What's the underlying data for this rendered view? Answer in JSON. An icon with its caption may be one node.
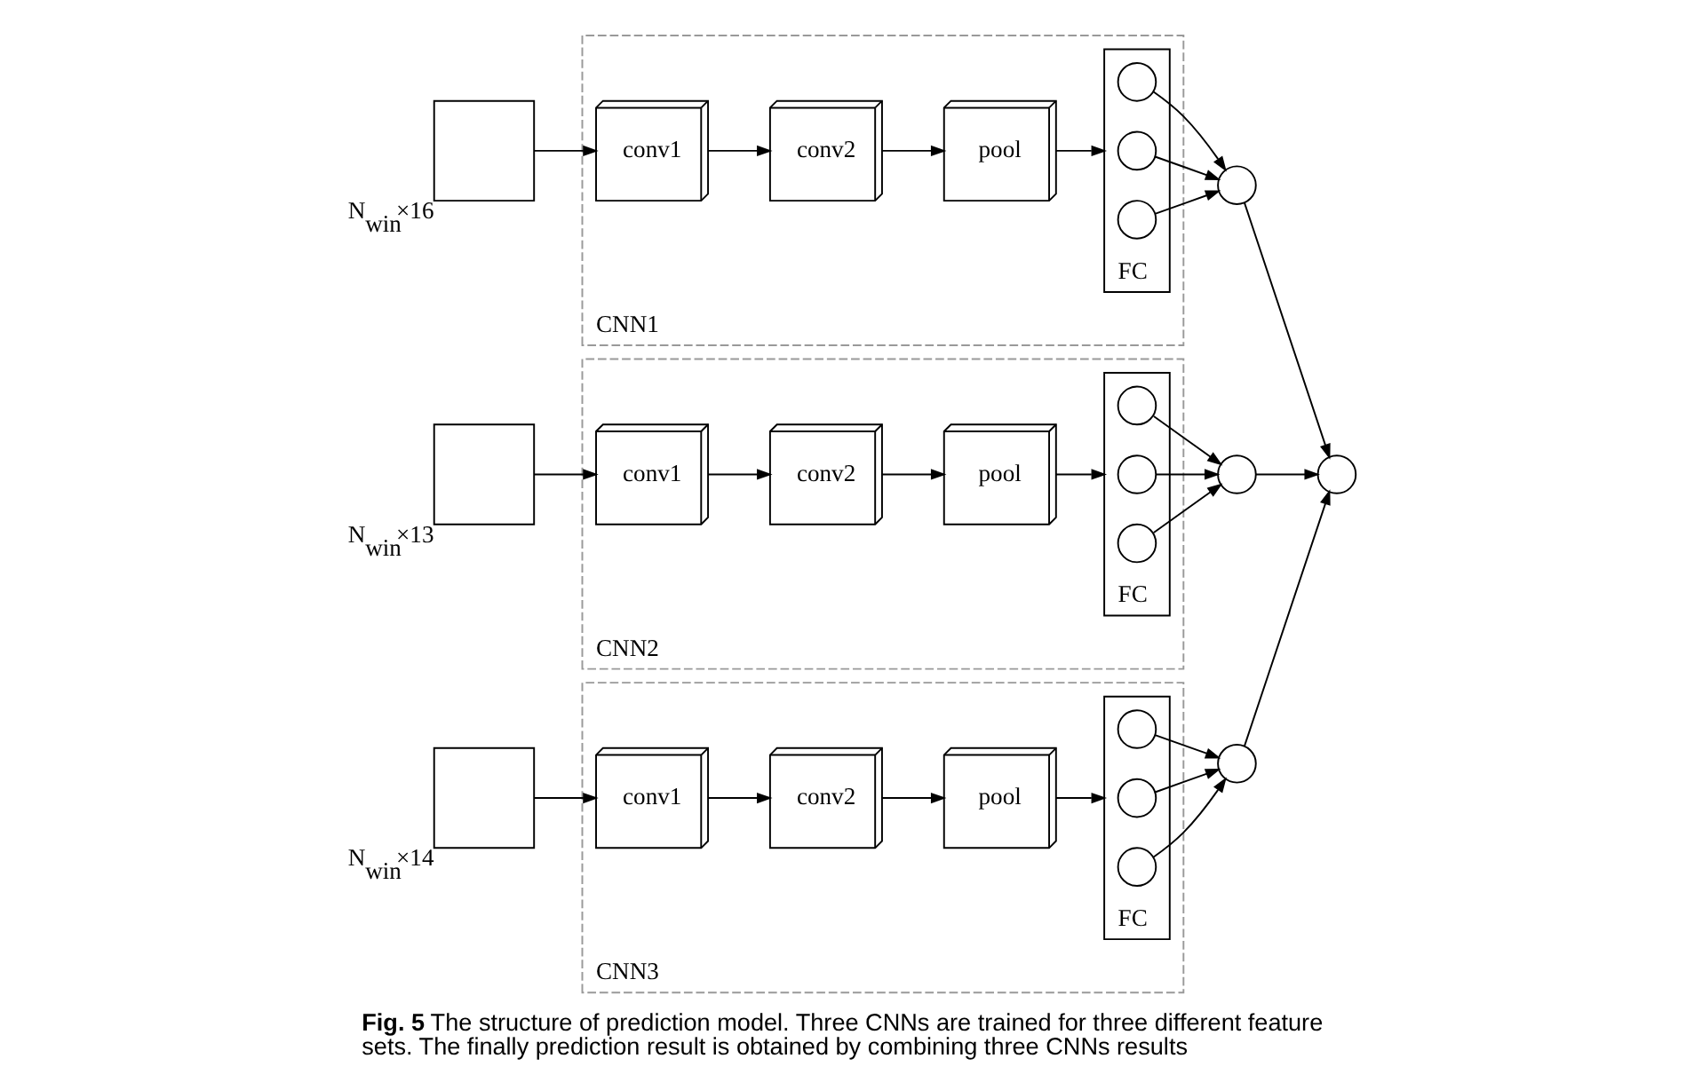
{
  "diagram": {
    "caption": "**Fig. 5** The structure of prediction model. Three CNNs are trained for three different feature sets. The finally prediction result is obtained by combining three CNNs results",
    "nodes": [
      {
        "text": [],
        "shape": "box",
        "beside": [
          "N$_{win}$×16"
        ]
      },
      {
        "text": [
          "CNN1"
        ]
      },
      {
        "text": [
          "conv1"
        ],
        "in": 1
      },
      {
        "text": [
          "conv2"
        ],
        "in": 1
      },
      {
        "text": [
          "pool"
        ],
        "in": 1
      },
      {
        "text": [
          "FC"
        ],
        "in": 1
      },
      {
        "text": [],
        "shape": "circle",
        "in": 5
      },
      {
        "text": [],
        "shape": "circle",
        "in": 5
      },
      {
        "text": [],
        "shape": "circle",
        "in": 5
      },
      {
        "text": [],
        "shape": "circle"
      },
      {
        "text": [],
        "shape": "box",
        "beside": [
          "N$_{win}$×13"
        ]
      },
      {
        "text": [
          "CNN2"
        ]
      },
      {
        "text": [
          "conv1"
        ],
        "in": 11
      },
      {
        "text": [
          "conv2"
        ],
        "in": 11
      },
      {
        "text": [
          "pool"
        ],
        "in": 11
      },
      {
        "text": [
          "FC"
        ],
        "in": 11
      },
      {
        "text": [],
        "shape": "circle",
        "in": 15
      },
      {
        "text": [],
        "shape": "circle",
        "in": 15
      },
      {
        "text": [],
        "shape": "circle",
        "in": 15
      },
      {
        "text": [],
        "shape": "circle"
      },
      {
        "text": [],
        "shape": "box",
        "beside": [
          "N$_{win}$×14"
        ]
      },
      {
        "text": [
          "CNN3"
        ]
      },
      {
        "text": [
          "conv1"
        ],
        "in": 21
      },
      {
        "text": [
          "conv2"
        ],
        "in": 21
      },
      {
        "text": [
          "pool"
        ],
        "in": 21
      },
      {
        "text": [
          "FC"
        ],
        "in": 21
      },
      {
        "text": [],
        "shape": "circle",
        "in": 25
      },
      {
        "text": [],
        "shape": "circle",
        "in": 25
      },
      {
        "text": [],
        "shape": "circle",
        "in": 25
      },
      {
        "text": [],
        "shape": "circle"
      },
      {
        "text": [],
        "shape": "circle"
      }
    ],
    "edges": [
      {
        "from": 0,
        "to": 2,
        "arrow": "to"
      },
      {
        "from": 2,
        "to": 3,
        "arrow": "to"
      },
      {
        "from": 3,
        "to": 4,
        "arrow": "to"
      },
      {
        "from": 4,
        "to": 5,
        "arrow": "to"
      },
      {
        "from": 6,
        "to": 9,
        "arrow": "to"
      },
      {
        "from": 7,
        "to": 9,
        "arrow": "to"
      },
      {
        "from": 8,
        "to": 9,
        "arrow": "to"
      },
      {
        "from": 10,
        "to": 12,
        "arrow": "to"
      },
      {
        "from": 12,
        "to": 13,
        "arrow": "to"
      },
      {
        "from": 13,
        "to": 14,
        "arrow": "to"
      },
      {
        "from": 14,
        "to": 15,
        "arrow": "to"
      },
      {
        "from": 16,
        "to": 19,
        "arrow": "to"
      },
      {
        "from": 17,
        "to": 19,
        "arrow": "to"
      },
      {
        "from": 18,
        "to": 19,
        "arrow": "to"
      },
      {
        "from": 20,
        "to": 22,
        "arrow": "to"
      },
      {
        "from": 22,
        "to": 23,
        "arrow": "to"
      },
      {
        "from": 23,
        "to": 24,
        "arrow": "to"
      },
      {
        "from": 24,
        "to": 25,
        "arrow": "to"
      },
      {
        "from": 26,
        "to": 29,
        "arrow": "to"
      },
      {
        "from": 27,
        "to": 29,
        "arrow": "to"
      },
      {
        "from": 28,
        "to": 29,
        "arrow": "to"
      },
      {
        "from": 9,
        "to": 30,
        "arrow": "to"
      },
      {
        "from": 19,
        "to": 30,
        "arrow": "to"
      },
      {
        "from": 29,
        "to": 30,
        "arrow": "to"
      }
    ]
  }
}
